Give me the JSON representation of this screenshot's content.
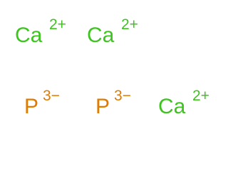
{
  "ions": [
    {
      "symbol": "Ca",
      "charge": "2+"
    },
    {
      "symbol": "Ca",
      "charge": "2+"
    },
    {
      "symbol": "P",
      "charge": "3−"
    },
    {
      "symbol": "P",
      "charge": "3−"
    },
    {
      "symbol": "Ca",
      "charge": "2+"
    }
  ],
  "colors": {
    "calcium": "#3dc41f",
    "phosphorus": "#e07b00"
  }
}
